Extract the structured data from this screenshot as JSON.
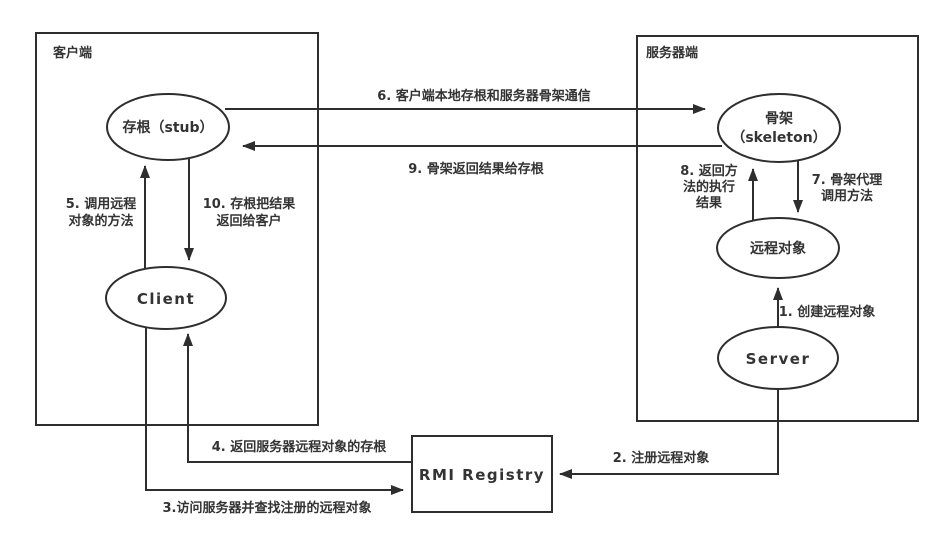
{
  "diagram": {
    "title": "RMI architecture flow diagram",
    "client_box_title": "客户端",
    "server_box_title": "服务器端",
    "nodes": {
      "stub": "存根（stub）",
      "client": "Client",
      "skeleton_line1": "骨架",
      "skeleton_line2": "（skeleton）",
      "remote_object": "远程对象",
      "server": "Server",
      "rmi_registry": "RMI Registry"
    },
    "labels": {
      "a1": "1. 创建远程对象",
      "a2": "2. 注册远程对象",
      "a3": "3.访问服务器并查找注册的远程对象",
      "a4": "4. 返回服务器远程对象的存根",
      "a5_line1": "5. 调用远程",
      "a5_line2": "对象的方法",
      "a6": "6. 客户端本地存根和服务器骨架通信",
      "a7_line1": "7. 骨架代理",
      "a7_line2": "调用方法",
      "a8_line1": "8. 返回方",
      "a8_line2": "法的执行",
      "a8_line3": "结果",
      "a9": "9. 骨架返回结果给存根",
      "a10_line1": "10. 存根把结果",
      "a10_line2": "返回给客户"
    },
    "colors": {
      "stroke": "#2e2e2e",
      "text": "#333333",
      "background": "#ffffff"
    }
  }
}
